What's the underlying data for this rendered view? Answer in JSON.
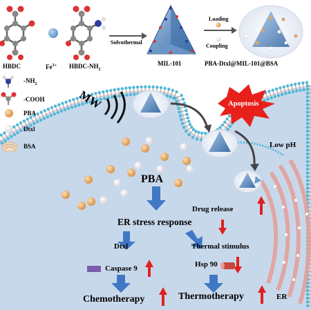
{
  "top_row": {
    "hbdc": "HBDC",
    "fe": "Fe",
    "fe_charge": "3+",
    "hbdc_nh2": "HBDC-NH",
    "hbdc_nh2_sub": "2",
    "solvothermal": "Solvothermal",
    "mil101": "MIL-101",
    "loading": "Loading",
    "coupling": "Coupling",
    "product": "PBA-Dtxl@MIL-101@BSA"
  },
  "legend": {
    "nh2": "-NH",
    "nh2_sub": "2",
    "cooh": "-COOH",
    "pba": "PBA",
    "dtxl": "Dtxl",
    "bsa": "BSA"
  },
  "cell": {
    "mw": "MW",
    "apoptosis": "Apoptosis",
    "low_ph": "Low pH",
    "pba_center": "PBA",
    "drug_release": "Drug release",
    "er_stress": "ER stress response",
    "dtxl": "Dtxl",
    "thermal_stimulus": "Thermal stimulus",
    "caspase": "Caspase 9",
    "hsp": "Hsp 90",
    "chemotherapy": "Chemotherapy",
    "thermotherapy": "Thermotherapy",
    "er": "ER"
  },
  "colors": {
    "cytoplasm": "#c7d7ea",
    "membrane_head": "#4fb7d6",
    "pba_ball": "#e3a45a",
    "mof": "#5f8fc2",
    "arrow_blue": "#3f78c4",
    "arrow_red": "#e02020",
    "apoptosis_star": "#e8201c",
    "er_band": "#e3a19c"
  }
}
